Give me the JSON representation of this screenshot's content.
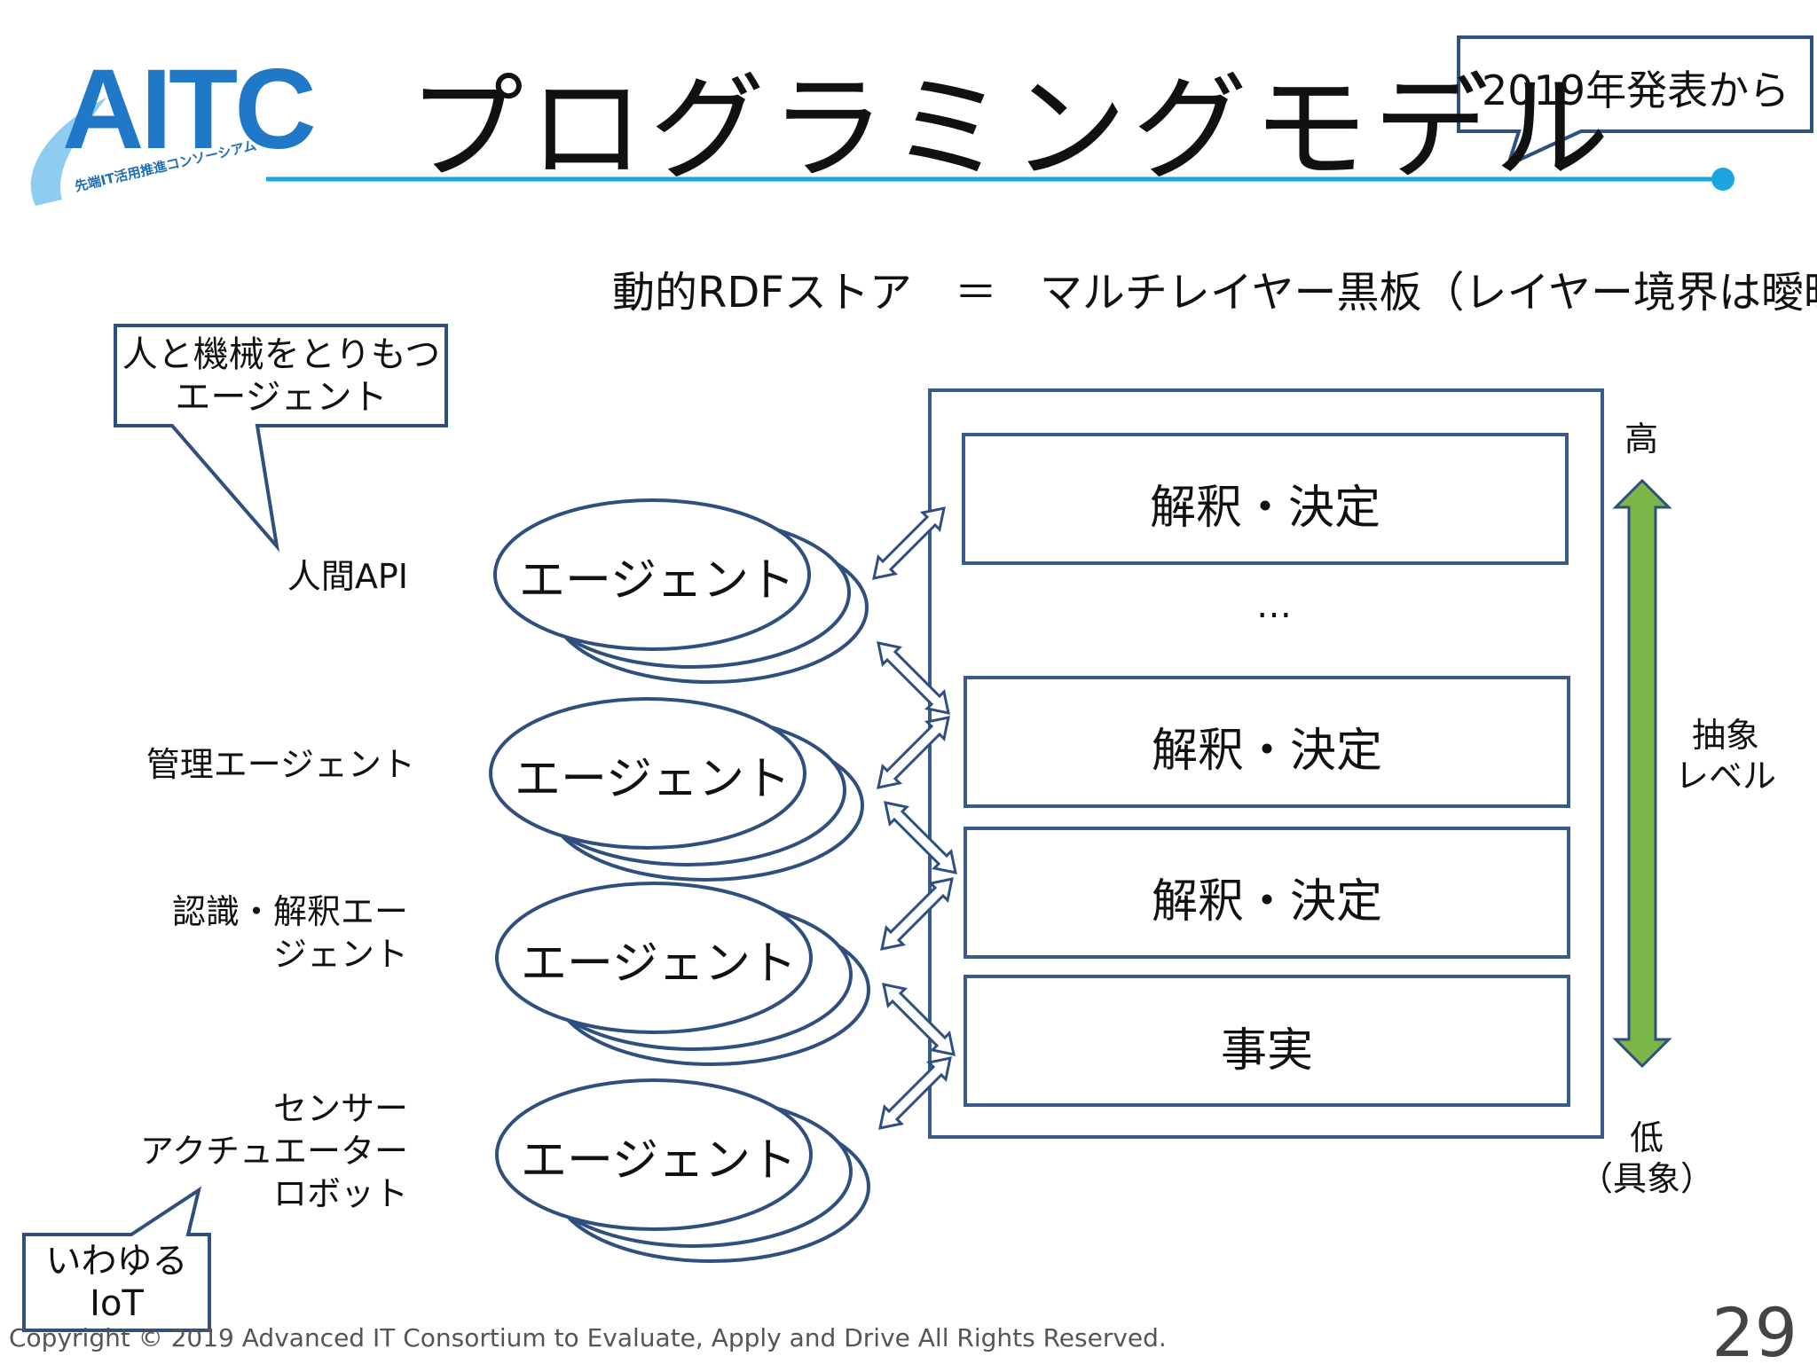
{
  "title": "プログラミングモデル",
  "badge": "2019年発表から",
  "logo": {
    "wordmark": "AITC",
    "tagline": "先端IT活用推進コンソーシアム"
  },
  "subtitle": "動的RDFストア　＝　マルチレイヤー黒板（レイヤー境界は曖昧）",
  "callout_top": [
    "人と機械をとりもつ",
    "エージェント"
  ],
  "callout_bottom": [
    "いわゆる",
    "IoT"
  ],
  "left_labels": {
    "human_api": "人間API",
    "management": "管理エージェント",
    "recognition": [
      "認識・解釈エー",
      "ジェント"
    ],
    "sensors": [
      "センサー",
      "アクチュエーター",
      "ロボット"
    ]
  },
  "agents": [
    "エージェント",
    "エージェント",
    "エージェント",
    "エージェント"
  ],
  "layers": [
    "解釈・決定",
    "…",
    "解釈・決定",
    "解釈・決定",
    "事実"
  ],
  "abstraction": {
    "high": "高",
    "level": [
      "抽象",
      "レベル"
    ],
    "low": [
      "低",
      "（具象）"
    ]
  },
  "colors": {
    "accent_line": "#1aa7e0",
    "ellipse_stroke": "#2f4f7f",
    "box_stroke": "#3a5a8c",
    "arrow_green": "#7ab648",
    "callout_stroke": "#2f4f7f"
  },
  "footer": {
    "copyright": "Copyright © 2019 Advanced IT Consortium to Evaluate, Apply and Drive All Rights Reserved.",
    "page": "29"
  }
}
